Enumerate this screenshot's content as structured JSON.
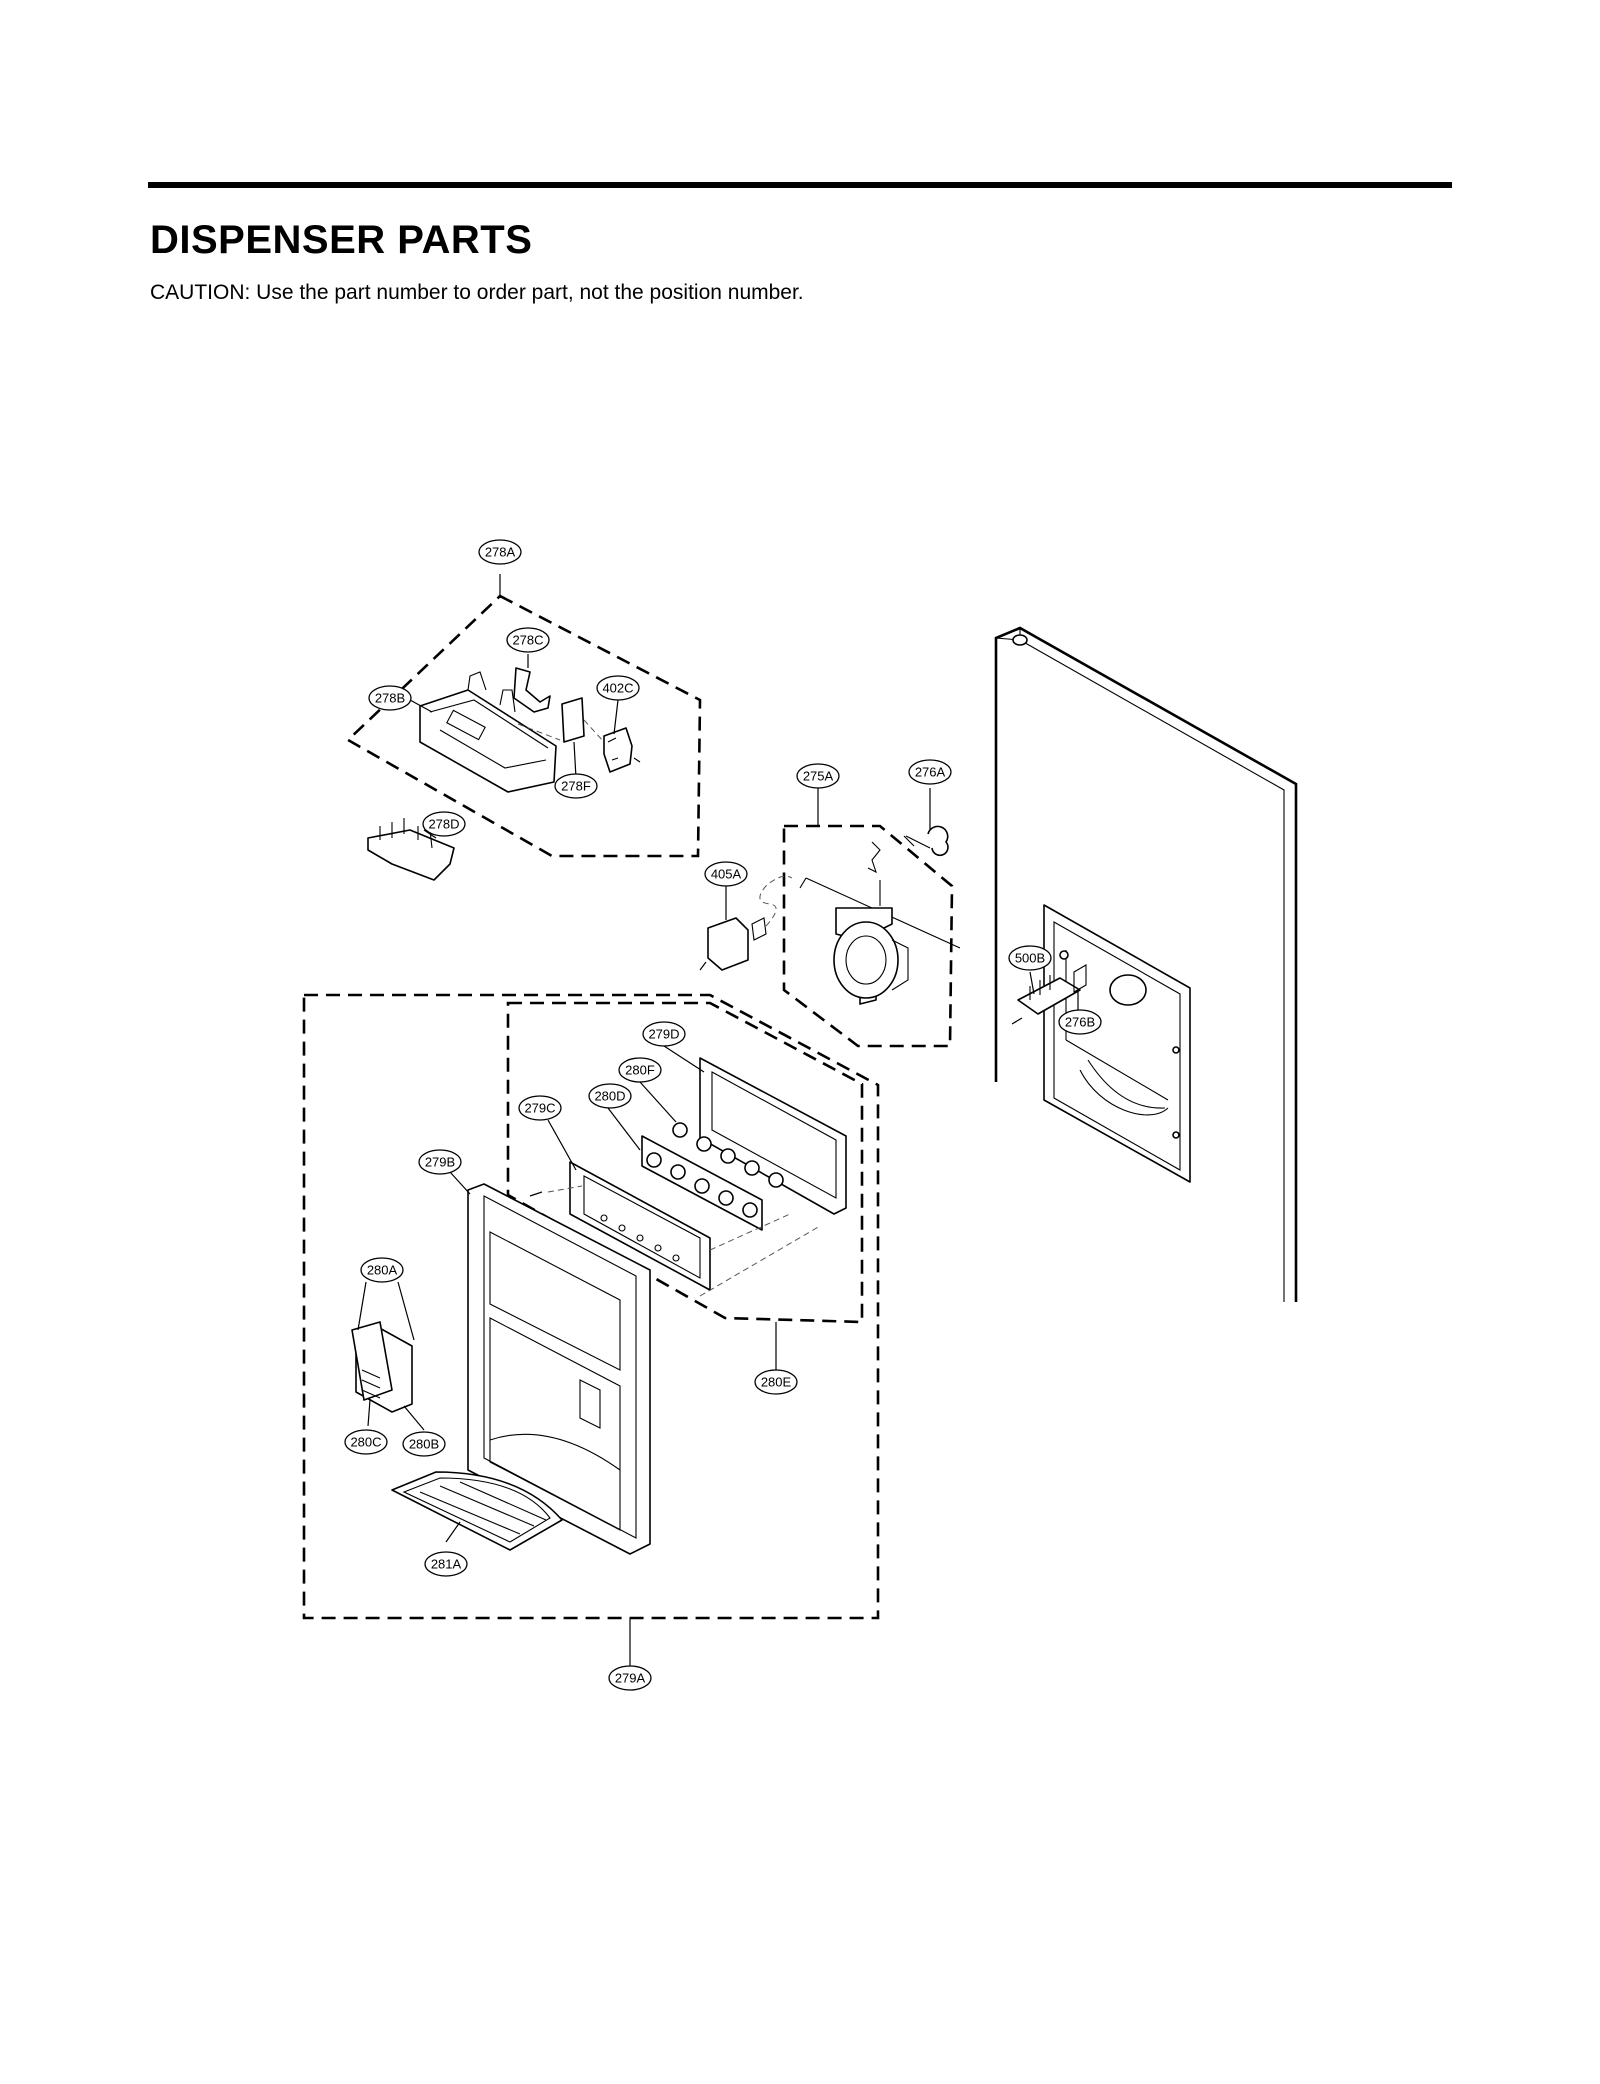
{
  "header": {
    "title": "DISPENSER PARTS",
    "caution": "CAUTION: Use the part number to order part, not the position number."
  },
  "callouts": [
    {
      "id": "278A",
      "label": "278A"
    },
    {
      "id": "278C",
      "label": "278C"
    },
    {
      "id": "278B",
      "label": "278B"
    },
    {
      "id": "402C",
      "label": "402C"
    },
    {
      "id": "278F",
      "label": "278F"
    },
    {
      "id": "278D",
      "label": "278D"
    },
    {
      "id": "275A",
      "label": "275A"
    },
    {
      "id": "276A",
      "label": "276A"
    },
    {
      "id": "405A",
      "label": "405A"
    },
    {
      "id": "500B",
      "label": "500B"
    },
    {
      "id": "276B",
      "label": "276B"
    },
    {
      "id": "279D",
      "label": "279D"
    },
    {
      "id": "280F",
      "label": "280F"
    },
    {
      "id": "280D",
      "label": "280D"
    },
    {
      "id": "279C",
      "label": "279C"
    },
    {
      "id": "279B",
      "label": "279B"
    },
    {
      "id": "280A",
      "label": "280A"
    },
    {
      "id": "280E",
      "label": "280E"
    },
    {
      "id": "280C",
      "label": "280C"
    },
    {
      "id": "280B",
      "label": "280B"
    },
    {
      "id": "281A",
      "label": "281A"
    },
    {
      "id": "279A",
      "label": "279A"
    }
  ]
}
